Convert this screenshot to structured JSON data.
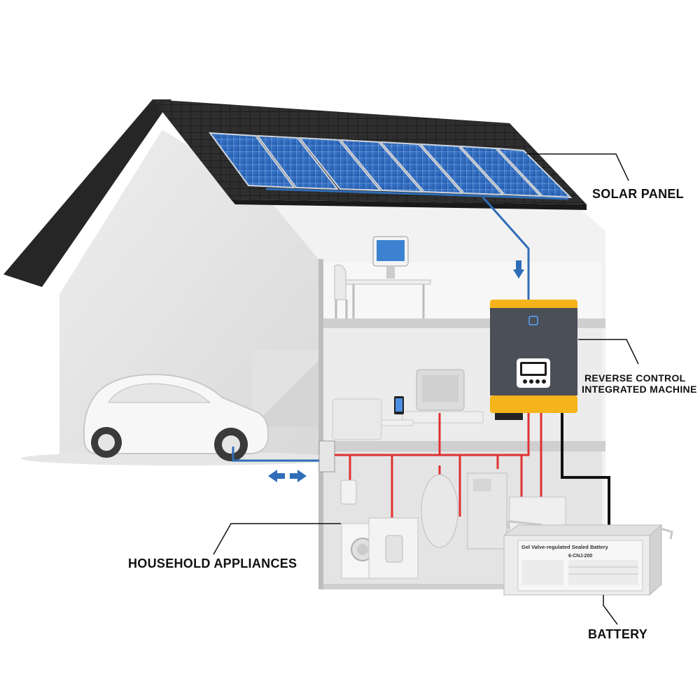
{
  "labels": {
    "solar_panel": "SOLAR PANEL",
    "inverter_line1": "REVERSE CONTROL",
    "inverter_line2": "INTEGRATED MACHINE",
    "household": "HOUSEHOLD APPLIANCES",
    "battery": "BATTERY"
  },
  "battery_text": {
    "brand_title": "Gel Valve-regulated Sealed Battery",
    "model": "6-CNJ-200"
  },
  "colors": {
    "roof": "#2f2f2f",
    "wall": "#e8e8e8",
    "panel": "#2f6fc2",
    "dc_wire": "#2f6db8",
    "ac_wire": "#e03030",
    "battery_wire": "#111111",
    "inverter_body": "#4a4f58",
    "inverter_accent": "#f4b41a"
  },
  "icons": [
    "arrow-down-icon",
    "bidirectional-arrow-icon"
  ]
}
